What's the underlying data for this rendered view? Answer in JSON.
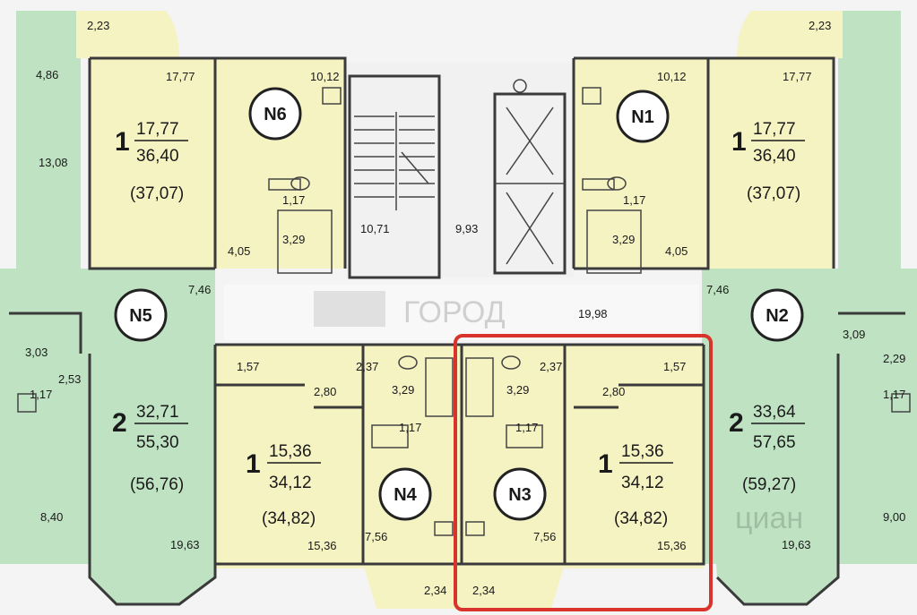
{
  "colors": {
    "green": "#bfe3c2",
    "yellow": "#f6f3c3",
    "core": "#f1f1f1",
    "wall": "#3a3a3a",
    "highlight": "#d9342b"
  },
  "units": [
    {
      "id": "N6",
      "label": "N6"
    },
    {
      "id": "N1",
      "label": "N1"
    },
    {
      "id": "N5",
      "label": "N5"
    },
    {
      "id": "N2",
      "label": "N2"
    },
    {
      "id": "N4",
      "label": "N4"
    },
    {
      "id": "N3",
      "label": "N3"
    }
  ],
  "apartments": [
    {
      "id": "tl",
      "rooms": "1",
      "living": "17,77",
      "total": "36,40",
      "gross": "(37,07)"
    },
    {
      "id": "tr",
      "rooms": "1",
      "living": "17,77",
      "total": "36,40",
      "gross": "(37,07)"
    },
    {
      "id": "ml",
      "rooms": "2",
      "living": "32,71",
      "total": "55,30",
      "gross": "(56,76)"
    },
    {
      "id": "mr",
      "rooms": "2",
      "living": "33,64",
      "total": "57,65",
      "gross": "(59,27)"
    },
    {
      "id": "bl",
      "rooms": "1",
      "living": "15,36",
      "total": "34,12",
      "gross": "(34,82)"
    },
    {
      "id": "br",
      "rooms": "1",
      "living": "15,36",
      "total": "34,12",
      "gross": "(34,82)"
    }
  ],
  "areas": {
    "a1": "2,23",
    "a2": "2,23",
    "a3": "4,86",
    "a4": "13,08",
    "a5": "17,77",
    "a6": "17,77",
    "a7": "10,12",
    "a8": "10,12",
    "a9": "1,17",
    "a10": "1,17",
    "a11": "3,29",
    "a12": "3,29",
    "a13": "4,05",
    "a14": "4,05",
    "a15": "10,71",
    "a16": "9,93",
    "a17": "7,46",
    "a18": "7,46",
    "a19": "19,98",
    "a20": "3,03",
    "a21": "3,09",
    "a22": "2,53",
    "a23": "2,29",
    "a24": "1,17",
    "a25": "1,17",
    "a26": "1,57",
    "a27": "1,57",
    "a28": "2,37",
    "a29": "2,37",
    "a30": "2,80",
    "a31": "2,80",
    "a32": "3,29",
    "a33": "3,29",
    "a34": "1,17",
    "a35": "1,17",
    "a36": "8,40",
    "a37": "9,00",
    "a38": "19,63",
    "a39": "19,63",
    "a40": "7,56",
    "a41": "7,56",
    "a42": "15,36",
    "a43": "15,36",
    "a44": "2,34",
    "a45": "2,34"
  },
  "watermark": {
    "left": "ГОРОД",
    "right": "циан"
  }
}
